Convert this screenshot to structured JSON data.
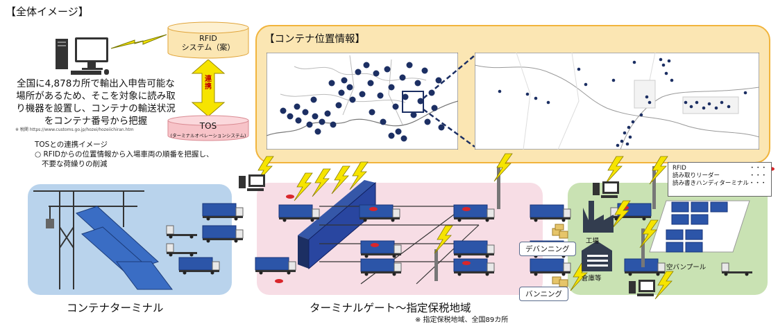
{
  "title": "【全体イメージ】",
  "description": "全国に4,878カ所で輸出入申告可能な場所があるため、そこを対象に読み取り機器を設置し、コンテナの輸送状況をコンテナ番号から把握",
  "source_note": "※ 税関 https://www.customs.go.jp/hozei/hozeiichiran.htm",
  "rfid_system": {
    "line1": "RFID",
    "line2": "システム（案）"
  },
  "link_label": "連携",
  "tos": {
    "name": "TOS",
    "sub": "(ターミナルオペレーションシステム)"
  },
  "tos_link": {
    "title": "TOSとの連携イメージ",
    "point1": "○ RFIDからの位置情報から入場車両の順番を把握し、",
    "point2": "不要な荷繰りの削減"
  },
  "panel_title": "【コンテナ位置情報】",
  "zones": {
    "terminal": "コンテナターミナル",
    "gate": "ターミナルゲート〜指定保税地域",
    "gate_note": "※ 指定保税地域、全国89カ所"
  },
  "labels": {
    "devanning": "デバンニング",
    "vanning": "バンニング",
    "factory": "工場",
    "warehouse": "倉庫等",
    "empty_pool": "空バンプール"
  },
  "legend": {
    "rfid": "RFID",
    "reader": "読み取りリーダー",
    "handy": "読み書きハンディターミナル・・・",
    "dots": "・・・"
  },
  "colors": {
    "panel_bg": "#fbe6b3",
    "panel_border": "#f1b43c",
    "terminal_bg": "#b9d3ec",
    "gate_bg": "#f7dde5",
    "yard_bg": "#c9e2b3",
    "container": "#2c55a8",
    "rfid_red": "#d9262b",
    "bolt": "#f6e400"
  }
}
